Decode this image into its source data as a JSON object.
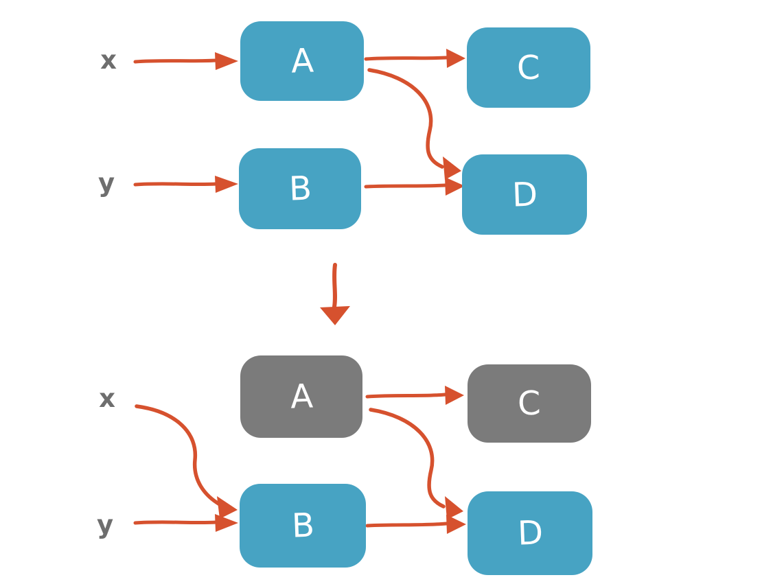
{
  "palette": {
    "node_teal": "#47a3c3",
    "node_gray": "#7b7b7b",
    "arrow": "#d6512e",
    "label_gray": "#6e6e6e",
    "node_label": "#ffffff",
    "background": "#ffffff"
  },
  "top_diagram": {
    "inputs": {
      "x": "x",
      "y": "y"
    },
    "nodes": {
      "a": {
        "label": "A",
        "state": "active",
        "color": "teal"
      },
      "b": {
        "label": "B",
        "state": "active",
        "color": "teal"
      },
      "c": {
        "label": "C",
        "state": "active",
        "color": "teal"
      },
      "d": {
        "label": "D",
        "state": "active",
        "color": "teal"
      }
    },
    "edges": [
      {
        "from": "x",
        "to": "A",
        "style": "straight"
      },
      {
        "from": "y",
        "to": "B",
        "style": "straight"
      },
      {
        "from": "A",
        "to": "C",
        "style": "straight"
      },
      {
        "from": "A",
        "to": "D",
        "style": "curved"
      },
      {
        "from": "B",
        "to": "D",
        "style": "straight"
      }
    ]
  },
  "transition": {
    "symbol": "down-arrow",
    "meaning": "transforms-into"
  },
  "bottom_diagram": {
    "inputs": {
      "x": "x",
      "y": "y"
    },
    "nodes": {
      "a": {
        "label": "A",
        "state": "inactive",
        "color": "gray"
      },
      "b": {
        "label": "B",
        "state": "active",
        "color": "teal"
      },
      "c": {
        "label": "C",
        "state": "inactive",
        "color": "gray"
      },
      "d": {
        "label": "D",
        "state": "active",
        "color": "teal"
      }
    },
    "edges": [
      {
        "from": "x",
        "to": "B",
        "style": "curved"
      },
      {
        "from": "y",
        "to": "B",
        "style": "straight"
      },
      {
        "from": "A",
        "to": "C",
        "style": "straight"
      },
      {
        "from": "A",
        "to": "D",
        "style": "curved"
      },
      {
        "from": "B",
        "to": "D",
        "style": "straight"
      }
    ]
  }
}
